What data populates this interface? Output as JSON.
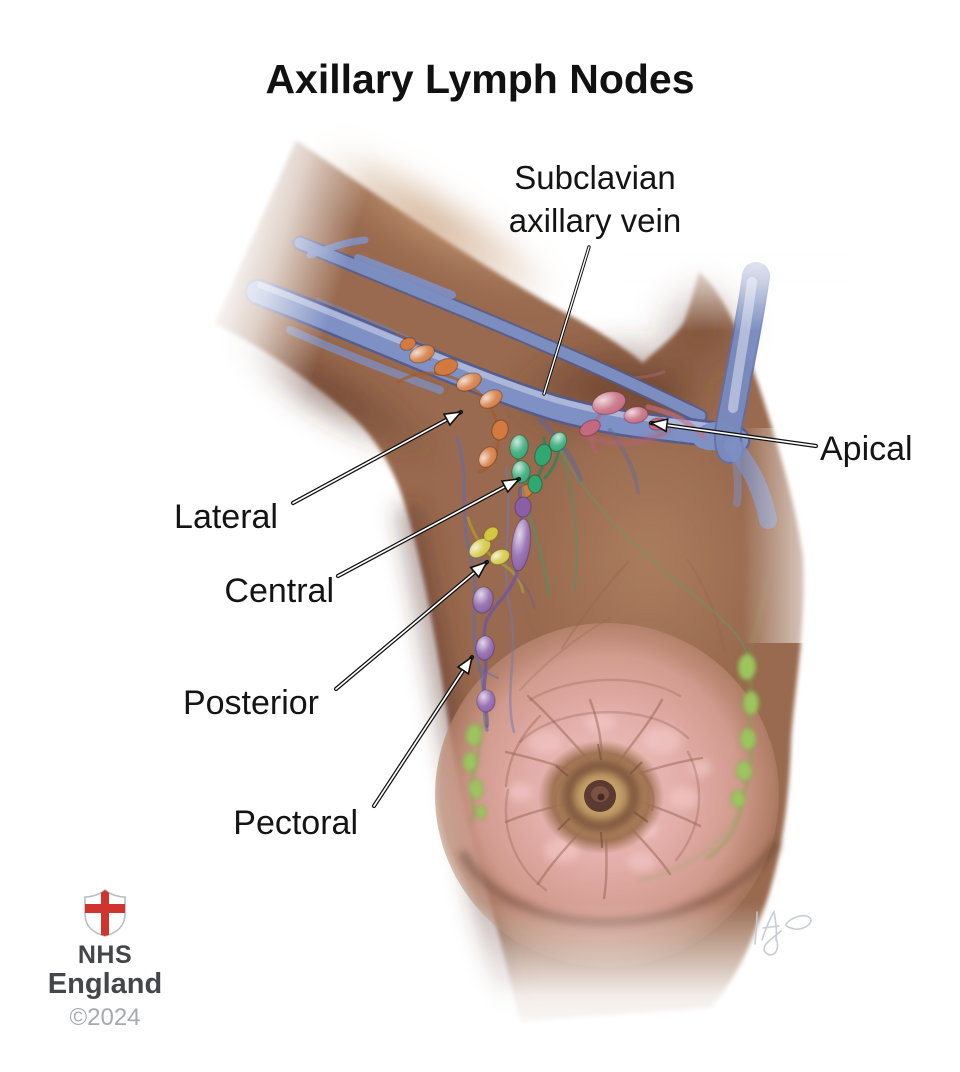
{
  "title": "Axillary Lymph Nodes",
  "annotations": {
    "subclavian": {
      "line1": "Subclavian",
      "line2": "axillary vein"
    },
    "apical": "Apical",
    "lateral": "Lateral",
    "central": "Central",
    "posterior": "Posterior",
    "pectoral": "Pectoral"
  },
  "footer": {
    "org_top": "NHS",
    "org_bottom": "England",
    "copyright": "©2024"
  },
  "colors": {
    "skin": "#996a50",
    "vein": "#7e90c4",
    "node_lateral": "#d4793f",
    "node_apical": "#c4697f",
    "node_central": "#2fa873",
    "node_posterior": "#d3c741",
    "node_pectoral": "#8a5fa8",
    "node_mammary": "#9cc45e",
    "nhs_red": "#d0342f",
    "label_text": "#141414"
  }
}
